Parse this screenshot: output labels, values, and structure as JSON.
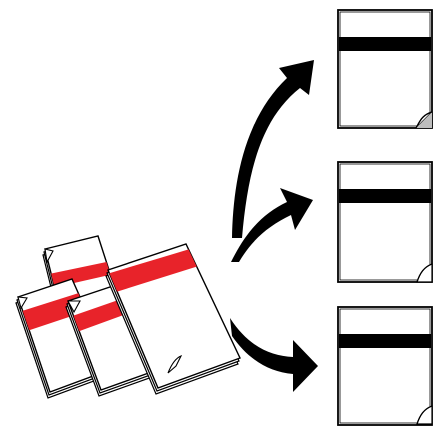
{
  "diagram": {
    "input_pile": {
      "sheet_count": 4,
      "band_color": "#e8232a",
      "sheet_fill": "#ffffff",
      "sheet_stroke": "#000000"
    },
    "arrows": {
      "count": 3,
      "fill": "#000000",
      "targets": [
        "output-page-top",
        "output-page-middle",
        "output-page-bottom"
      ]
    },
    "output_pages": {
      "count": 3,
      "band_color": "#000000",
      "sheet_fill": "#ffffff",
      "sheet_stroke": "#000000",
      "curled_corner": "bottom-right"
    }
  }
}
